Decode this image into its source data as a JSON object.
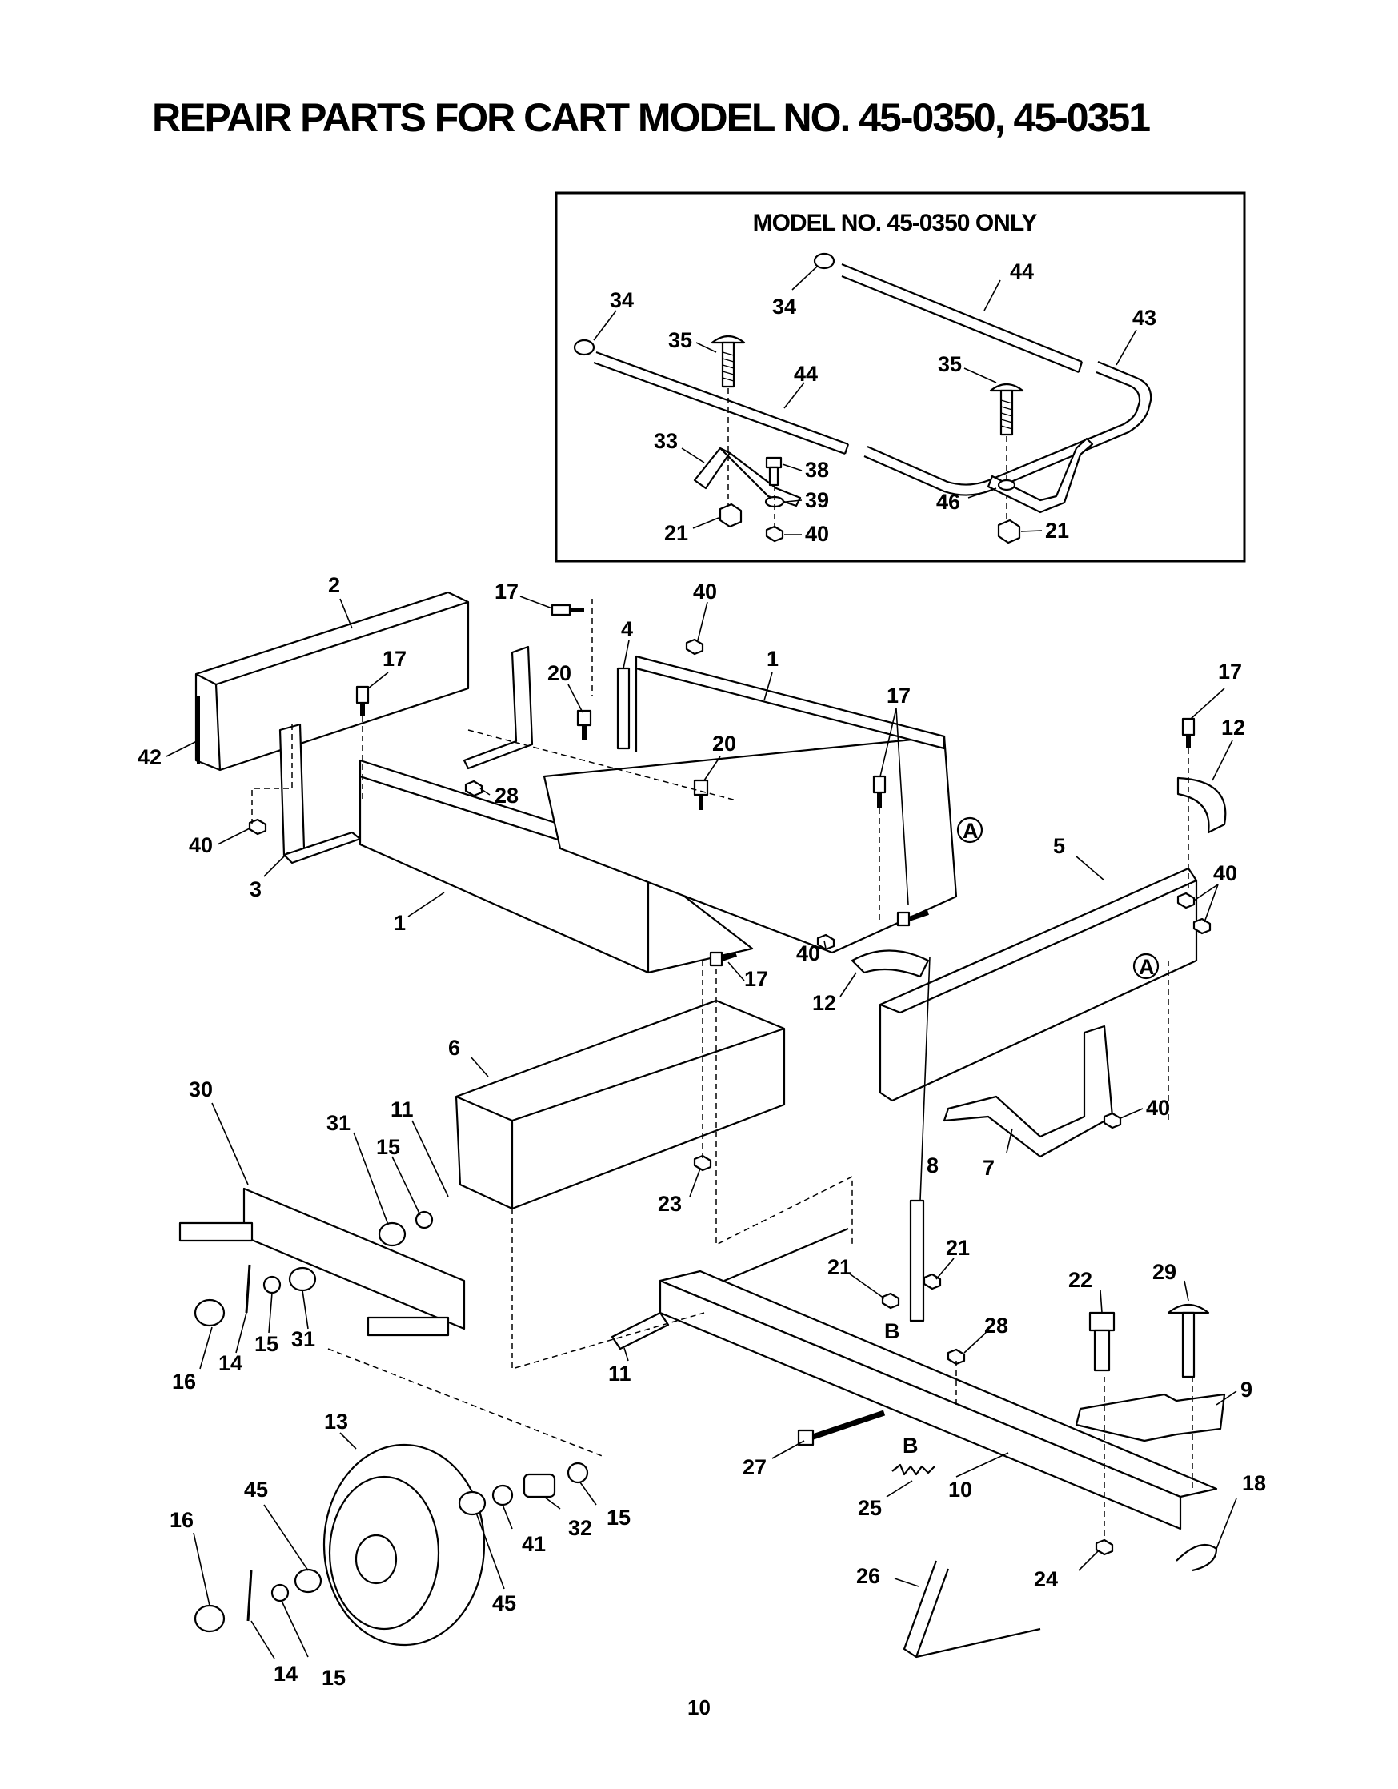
{
  "title": "REPAIR PARTS FOR CART MODEL NO. 45-0350, 45-0351",
  "inset_title": "MODEL NO. 45-0350 ONLY",
  "page_number": "10",
  "inset_callouts": [
    {
      "id": "i34a",
      "label": "34"
    },
    {
      "id": "i34b",
      "label": "34"
    },
    {
      "id": "i44a",
      "label": "44"
    },
    {
      "id": "i43",
      "label": "43"
    },
    {
      "id": "i35a",
      "label": "35"
    },
    {
      "id": "i44b",
      "label": "44"
    },
    {
      "id": "i35b",
      "label": "35"
    },
    {
      "id": "i33",
      "label": "33"
    },
    {
      "id": "i38",
      "label": "38"
    },
    {
      "id": "i39",
      "label": "39"
    },
    {
      "id": "i46",
      "label": "46"
    },
    {
      "id": "i21a",
      "label": "21"
    },
    {
      "id": "i40",
      "label": "40"
    },
    {
      "id": "i21b",
      "label": "21"
    }
  ],
  "callouts": [
    {
      "id": "c2",
      "label": "2"
    },
    {
      "id": "c17a",
      "label": "17"
    },
    {
      "id": "c40a",
      "label": "40"
    },
    {
      "id": "c4",
      "label": "4"
    },
    {
      "id": "c1a",
      "label": "1"
    },
    {
      "id": "c17b",
      "label": "17"
    },
    {
      "id": "c20a",
      "label": "20"
    },
    {
      "id": "c17c",
      "label": "17"
    },
    {
      "id": "c17d",
      "label": "17"
    },
    {
      "id": "c12a",
      "label": "12"
    },
    {
      "id": "c42",
      "label": "42"
    },
    {
      "id": "c20b",
      "label": "20"
    },
    {
      "id": "c28a",
      "label": "28"
    },
    {
      "id": "c40b",
      "label": "40"
    },
    {
      "id": "c3",
      "label": "3"
    },
    {
      "id": "c1b",
      "label": "1"
    },
    {
      "id": "c5",
      "label": "5"
    },
    {
      "id": "c40c",
      "label": "40"
    },
    {
      "id": "c40d",
      "label": "40"
    },
    {
      "id": "c17e",
      "label": "17"
    },
    {
      "id": "c12b",
      "label": "12"
    },
    {
      "id": "c6",
      "label": "6"
    },
    {
      "id": "c30",
      "label": "30"
    },
    {
      "id": "c11a",
      "label": "11"
    },
    {
      "id": "c31a",
      "label": "31"
    },
    {
      "id": "c15a",
      "label": "15"
    },
    {
      "id": "c40e",
      "label": "40"
    },
    {
      "id": "c7",
      "label": "7"
    },
    {
      "id": "c23",
      "label": "23"
    },
    {
      "id": "c8",
      "label": "8"
    },
    {
      "id": "c21a",
      "label": "21"
    },
    {
      "id": "c21b",
      "label": "21"
    },
    {
      "id": "c22",
      "label": "22"
    },
    {
      "id": "c29",
      "label": "29"
    },
    {
      "id": "c28b",
      "label": "28"
    },
    {
      "id": "c9",
      "label": "9"
    },
    {
      "id": "c16a",
      "label": "16"
    },
    {
      "id": "c14a",
      "label": "14"
    },
    {
      "id": "c15b",
      "label": "15"
    },
    {
      "id": "c31b",
      "label": "31"
    },
    {
      "id": "c11b",
      "label": "11"
    },
    {
      "id": "c13",
      "label": "13"
    },
    {
      "id": "c27",
      "label": "27"
    },
    {
      "id": "c10",
      "label": "10"
    },
    {
      "id": "c25",
      "label": "25"
    },
    {
      "id": "c18",
      "label": "18"
    },
    {
      "id": "c45a",
      "label": "45"
    },
    {
      "id": "c16b",
      "label": "16"
    },
    {
      "id": "c41",
      "label": "41"
    },
    {
      "id": "c32",
      "label": "32"
    },
    {
      "id": "c15c",
      "label": "15"
    },
    {
      "id": "c45b",
      "label": "45"
    },
    {
      "id": "c14b",
      "label": "14"
    },
    {
      "id": "c15d",
      "label": "15"
    },
    {
      "id": "c26",
      "label": "26"
    },
    {
      "id": "c24",
      "label": "24"
    }
  ],
  "reference_marks": [
    {
      "id": "mA1",
      "label": "A"
    },
    {
      "id": "mA2",
      "label": "A"
    },
    {
      "id": "mB1",
      "label": "B"
    },
    {
      "id": "mB2",
      "label": "B"
    }
  ]
}
